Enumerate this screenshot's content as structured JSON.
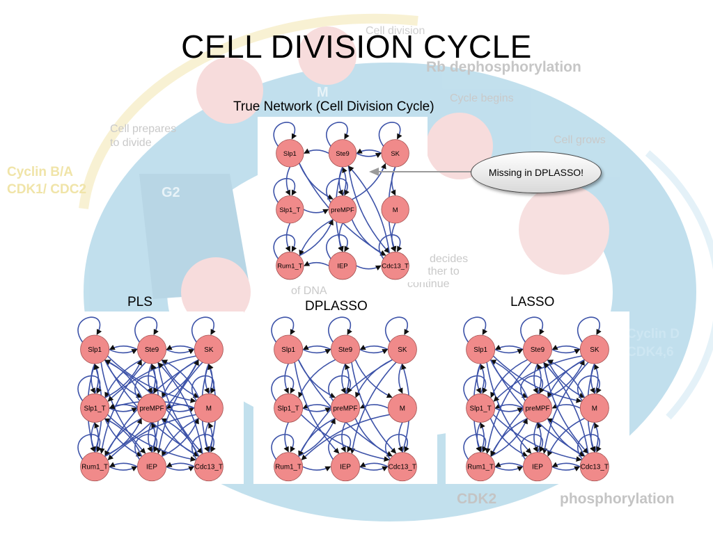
{
  "slide": {
    "title": "CELL DIVISION CYCLE",
    "background_labels": {
      "cell_division": "Cell division",
      "rb_dephos": "Rb dephosphorylation",
      "cycle_begins": "Cycle begins",
      "cell_grows": "Cell grows",
      "cell_prepares": "Cell prepares\nto divide",
      "cyclin_ba": "Cyclin B/A\nCDK1/ CDC2",
      "g2": "G2",
      "m": "M",
      "cell_decides": "Cell decides\nwhether to\ncontinue",
      "of_dna": "of DNA",
      "cyclin_d": "Cyclin D\nCDK4,6",
      "cdk2": "CDK2",
      "phosphorylation": "phosphorylation"
    }
  },
  "labels": {
    "true_network": "True Network (Cell Division Cycle)",
    "pls": "PLS",
    "dplasso": "DPLASSO",
    "lasso": "LASSO"
  },
  "callout": {
    "text": "Missing in DPLASSO!"
  },
  "nodes": [
    "Slp1",
    "Ste9",
    "SK",
    "Slp1_T",
    "preMPF",
    "M",
    "Rum1_T",
    "IEP",
    "Cdc13_T"
  ],
  "colors": {
    "node_fill": "#f08a8a",
    "node_stroke": "#a25050",
    "edge": "#3c52a8",
    "background_accent": "#8fc6df"
  },
  "networks": {
    "true": {
      "self_loops": [
        0,
        1,
        2,
        3,
        4,
        6,
        7,
        8
      ],
      "edges": [
        [
          1,
          0
        ],
        [
          2,
          1
        ],
        [
          1,
          2
        ],
        [
          0,
          3
        ],
        [
          3,
          6
        ],
        [
          7,
          6
        ],
        [
          7,
          8
        ],
        [
          4,
          1
        ],
        [
          1,
          4
        ],
        [
          4,
          8
        ],
        [
          5,
          8
        ],
        [
          2,
          5
        ],
        [
          3,
          4
        ],
        [
          0,
          4
        ],
        [
          1,
          7
        ],
        [
          0,
          8
        ],
        [
          2,
          8
        ],
        [
          4,
          6
        ],
        [
          4,
          7
        ],
        [
          1,
          8
        ],
        [
          6,
          4
        ],
        [
          8,
          1
        ],
        [
          4,
          2
        ]
      ]
    },
    "pls": {
      "self_loops": [
        0,
        1,
        2,
        3,
        4,
        5,
        6,
        7,
        8
      ],
      "edges": [
        [
          1,
          0
        ],
        [
          0,
          1
        ],
        [
          1,
          2
        ],
        [
          2,
          1
        ],
        [
          0,
          3
        ],
        [
          3,
          0
        ],
        [
          3,
          6
        ],
        [
          6,
          3
        ],
        [
          6,
          7
        ],
        [
          7,
          6
        ],
        [
          7,
          8
        ],
        [
          8,
          7
        ],
        [
          1,
          4
        ],
        [
          4,
          1
        ],
        [
          4,
          7
        ],
        [
          7,
          4
        ],
        [
          2,
          5
        ],
        [
          5,
          2
        ],
        [
          5,
          8
        ],
        [
          8,
          5
        ],
        [
          3,
          4
        ],
        [
          4,
          3
        ],
        [
          4,
          5
        ],
        [
          5,
          4
        ],
        [
          0,
          4
        ],
        [
          4,
          0
        ],
        [
          1,
          3
        ],
        [
          3,
          1
        ],
        [
          1,
          5
        ],
        [
          5,
          1
        ],
        [
          2,
          4
        ],
        [
          4,
          2
        ],
        [
          3,
          7
        ],
        [
          7,
          3
        ],
        [
          5,
          7
        ],
        [
          7,
          5
        ],
        [
          4,
          6
        ],
        [
          6,
          4
        ],
        [
          4,
          8
        ],
        [
          8,
          4
        ],
        [
          0,
          8
        ],
        [
          8,
          0
        ],
        [
          2,
          6
        ],
        [
          6,
          2
        ],
        [
          0,
          7
        ],
        [
          1,
          6
        ],
        [
          2,
          7
        ],
        [
          1,
          8
        ],
        [
          2,
          8
        ],
        [
          8,
          2
        ],
        [
          0,
          6
        ],
        [
          6,
          0
        ],
        [
          3,
          8
        ],
        [
          5,
          6
        ],
        [
          0,
          5
        ],
        [
          2,
          3
        ],
        [
          5,
          3
        ],
        [
          7,
          1
        ],
        [
          8,
          1
        ]
      ]
    },
    "dplasso": {
      "self_loops": [
        0,
        1,
        2,
        3,
        4,
        6,
        7,
        8
      ],
      "edges": [
        [
          1,
          0
        ],
        [
          0,
          1
        ],
        [
          2,
          1
        ],
        [
          1,
          2
        ],
        [
          0,
          3
        ],
        [
          3,
          6
        ],
        [
          6,
          7
        ],
        [
          7,
          8
        ],
        [
          8,
          7
        ],
        [
          1,
          4
        ],
        [
          4,
          1
        ],
        [
          4,
          7
        ],
        [
          2,
          5
        ],
        [
          5,
          8
        ],
        [
          3,
          4
        ],
        [
          4,
          3
        ],
        [
          5,
          4
        ],
        [
          0,
          4
        ],
        [
          1,
          3
        ],
        [
          1,
          5
        ],
        [
          4,
          6
        ],
        [
          4,
          8
        ],
        [
          0,
          8
        ],
        [
          2,
          6
        ],
        [
          0,
          7
        ],
        [
          2,
          7
        ],
        [
          1,
          8
        ],
        [
          8,
          2
        ],
        [
          3,
          8
        ],
        [
          5,
          6
        ],
        [
          2,
          4
        ],
        [
          6,
          4
        ]
      ]
    },
    "lasso": {
      "self_loops": [
        0,
        1,
        2,
        3,
        4,
        5,
        6,
        7,
        8
      ],
      "edges": [
        [
          1,
          0
        ],
        [
          0,
          1
        ],
        [
          2,
          1
        ],
        [
          1,
          2
        ],
        [
          0,
          3
        ],
        [
          3,
          0
        ],
        [
          3,
          6
        ],
        [
          6,
          3
        ],
        [
          6,
          7
        ],
        [
          7,
          6
        ],
        [
          7,
          8
        ],
        [
          8,
          7
        ],
        [
          1,
          4
        ],
        [
          4,
          1
        ],
        [
          4,
          7
        ],
        [
          7,
          4
        ],
        [
          2,
          5
        ],
        [
          5,
          2
        ],
        [
          5,
          8
        ],
        [
          8,
          5
        ],
        [
          3,
          4
        ],
        [
          4,
          3
        ],
        [
          5,
          4
        ],
        [
          0,
          4
        ],
        [
          4,
          0
        ],
        [
          1,
          3
        ],
        [
          1,
          5
        ],
        [
          5,
          1
        ],
        [
          2,
          4
        ],
        [
          4,
          2
        ],
        [
          3,
          7
        ],
        [
          5,
          7
        ],
        [
          4,
          6
        ],
        [
          6,
          4
        ],
        [
          4,
          8
        ],
        [
          8,
          4
        ],
        [
          0,
          8
        ],
        [
          2,
          6
        ],
        [
          0,
          7
        ],
        [
          1,
          6
        ],
        [
          2,
          7
        ],
        [
          1,
          8
        ],
        [
          2,
          8
        ],
        [
          0,
          6
        ],
        [
          3,
          8
        ],
        [
          0,
          5
        ],
        [
          2,
          3
        ],
        [
          8,
          1
        ]
      ]
    }
  }
}
